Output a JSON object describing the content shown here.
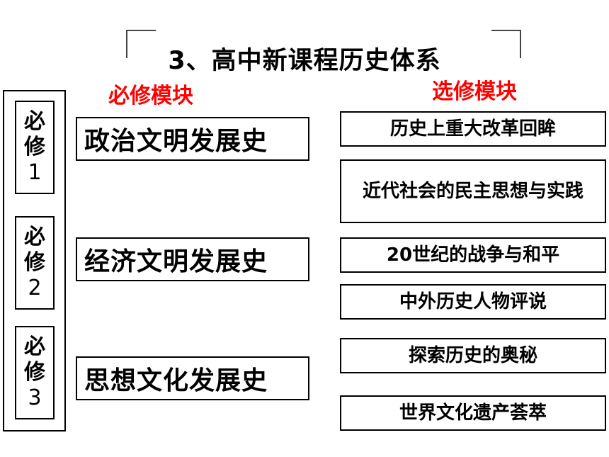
{
  "title": "3、高中新课程历史体系",
  "headings": {
    "required": "必修模块",
    "elective": "选修模块"
  },
  "colors": {
    "heading_red": "#ff0000",
    "line": "#000000",
    "background": "#ffffff"
  },
  "required_labels": [
    {
      "chars": [
        "必",
        "修"
      ],
      "number": "1"
    },
    {
      "chars": [
        "必",
        "修"
      ],
      "number": "2"
    },
    {
      "chars": [
        "必",
        "修"
      ],
      "number": "3"
    }
  ],
  "required_modules": [
    "政治文明发展史",
    "经济文明发展史",
    "思想文化发展史"
  ],
  "elective_modules": [
    "历史上重大改革回眸",
    "近代社会的民主思想与实践",
    "20世纪的战争与和平",
    "中外历史人物评说",
    "探索历史的奥秘",
    "世界文化遗产荟萃"
  ]
}
